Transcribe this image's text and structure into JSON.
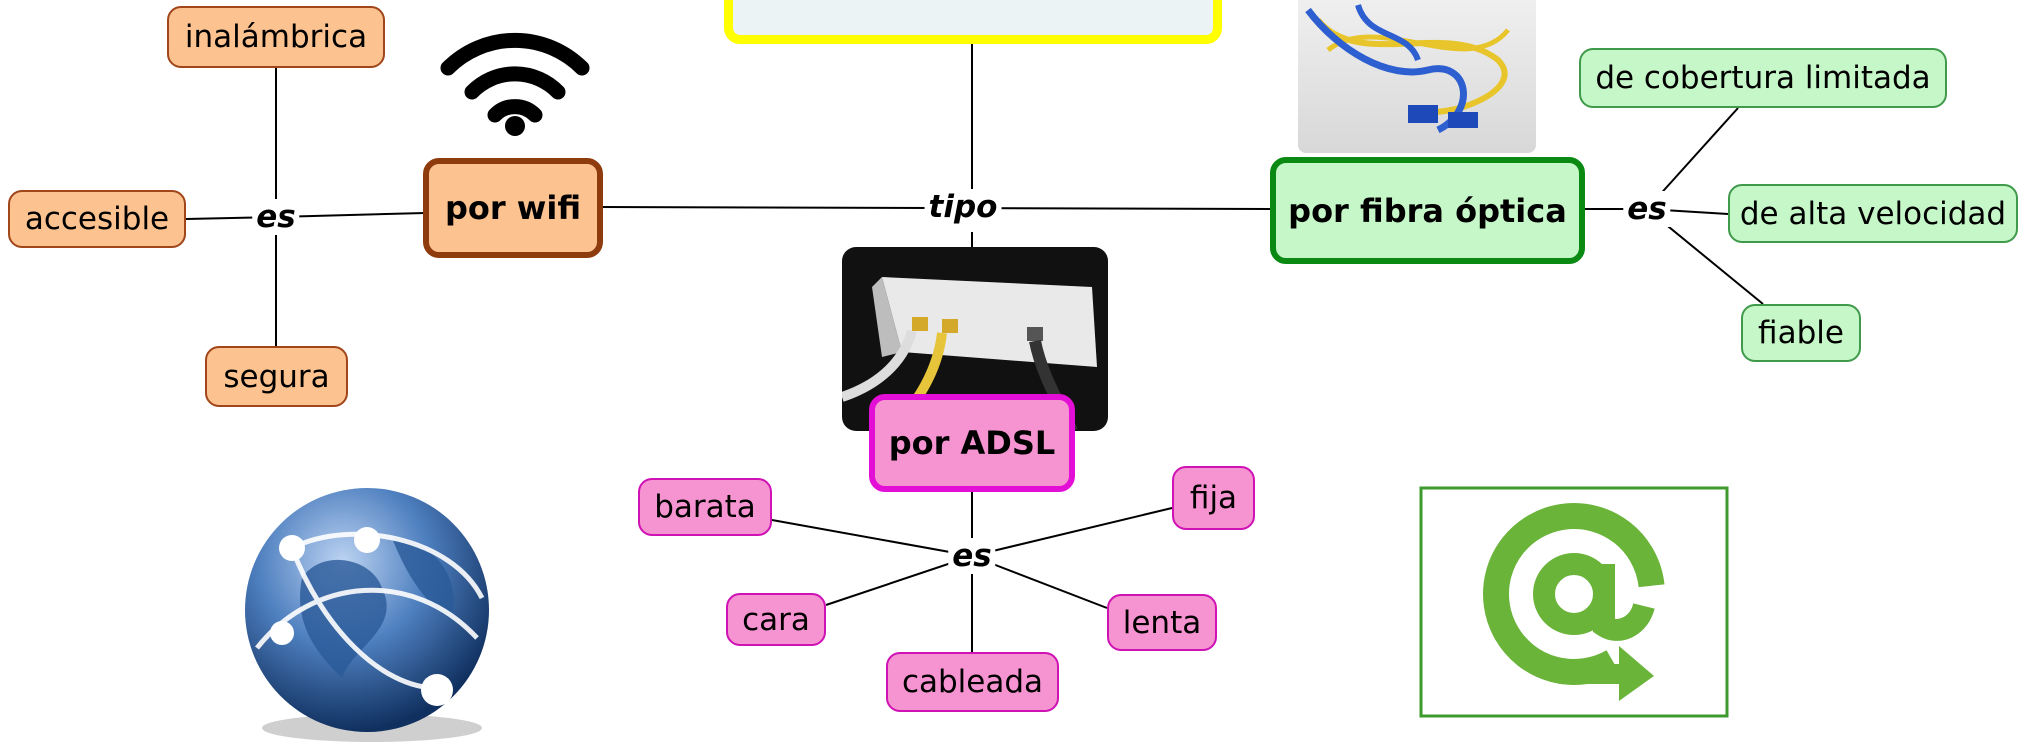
{
  "diagram": {
    "link_words": {
      "types": "tipo",
      "wifi": "es",
      "adsl": "es",
      "fibra": "es"
    },
    "main_nodes": {
      "wifi": "por wifi",
      "adsl": "por ADSL",
      "fibra": "por fibra óptica"
    },
    "wifi_traits": [
      "inalámbrica",
      "accesible",
      "segura"
    ],
    "fibra_traits": [
      "de cobertura limitada",
      "de alta velocidad",
      "fiable"
    ],
    "adsl_traits": [
      "barata",
      "fija",
      "cara",
      "lenta",
      "cableada"
    ],
    "colors": {
      "wifi": "#fcc28f",
      "fibra": "#c6f7c8",
      "adsl": "#f693d1",
      "root_border": "#ffff00"
    }
  },
  "images": [
    "wifi-icon",
    "fiber-optic-cable-photo",
    "adsl-router-photo",
    "globe-network-icon",
    "email-at-icon"
  ]
}
